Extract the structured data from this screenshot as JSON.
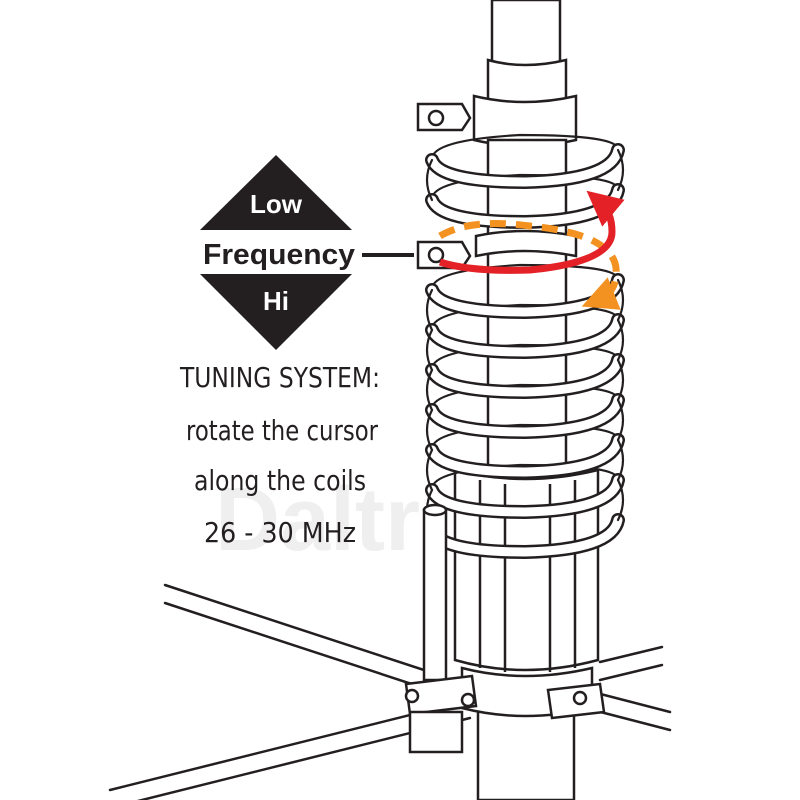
{
  "diagram": {
    "indicator": {
      "top_label": "Low",
      "middle_label": "Frequency",
      "bottom_label": "Hi"
    },
    "caption": {
      "line1": "TUNING SYSTEM:",
      "line2": "rotate the cursor",
      "line3": "along the coils",
      "line4": "26 - 30 MHz"
    },
    "watermark": "Daltron",
    "colors": {
      "ink": "#231f20",
      "rotate_arrow": "#e32126",
      "direction_arrow": "#f39220"
    }
  }
}
